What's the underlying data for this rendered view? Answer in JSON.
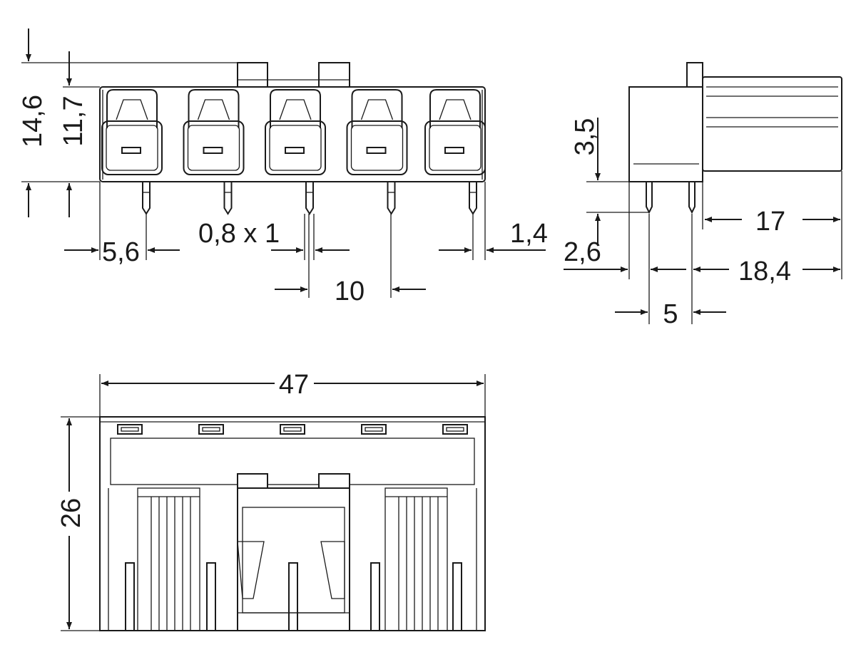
{
  "drawing": {
    "front_view": {
      "height_overall": "14,6",
      "height_body": "11,7",
      "edge_to_first_pin": "5,6",
      "pin_section": "0,8 x 1",
      "pin_pitch": "10",
      "last_pin_to_edge": "1,4"
    },
    "side_view": {
      "pin_length": "3,5",
      "front_to_pin": "2,6",
      "rear_length": "17",
      "total_depth": "18,4",
      "pin_row_spacing": "5"
    },
    "bottom_view": {
      "width": "47",
      "depth": "26"
    },
    "pole_count": 5
  }
}
